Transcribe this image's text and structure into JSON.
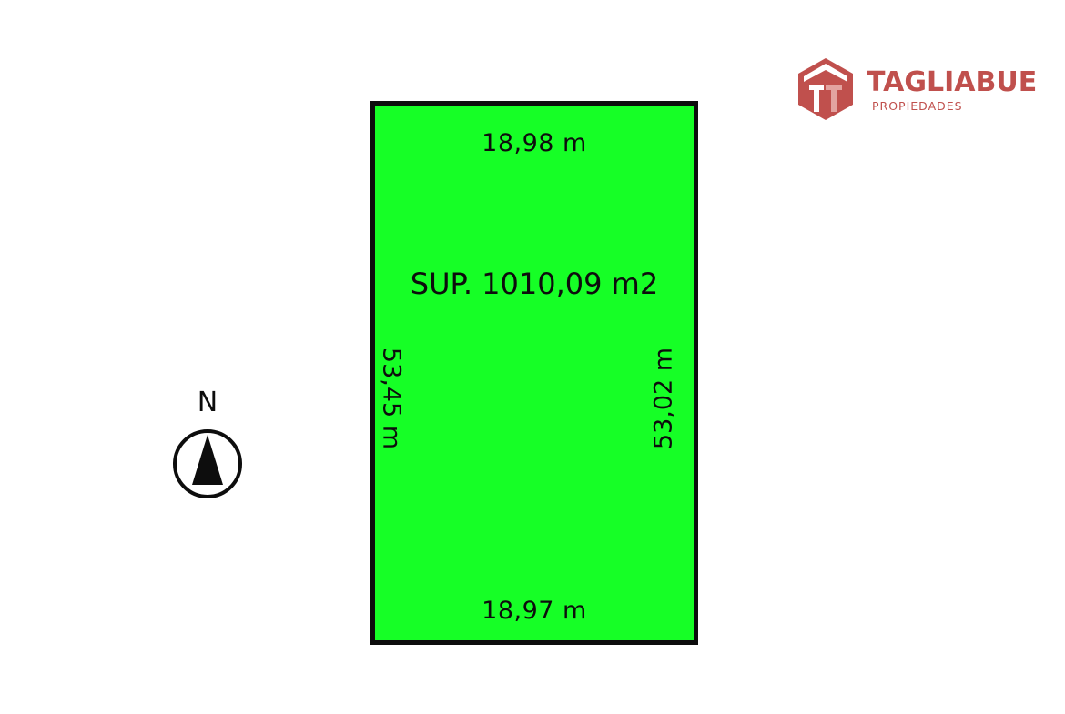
{
  "colors": {
    "lot_fill": "#16ff26",
    "lot_border": "#0d0d0d",
    "text": "#0d0d0d",
    "brand": "#c0504d",
    "brand_dark": "#a63e3b",
    "brand_light": "#e3a3a0"
  },
  "lot": {
    "top_side": "18,98 m",
    "bottom_side": "18,97 m",
    "left_side": "53,45 m",
    "right_side": "53,02 m",
    "area": "SUP. 1010,09 m2"
  },
  "compass": {
    "north_label": "N",
    "icon": "north-arrow-icon"
  },
  "logo": {
    "icon": "house-hexagon-icon",
    "name": "TAGLIABUE",
    "subtitle": "PROPIEDADES"
  }
}
